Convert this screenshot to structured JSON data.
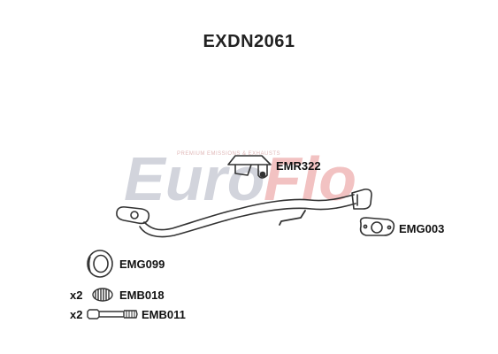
{
  "title": "EXDN2061",
  "watermark": {
    "brand_main": "Euro",
    "brand_accent": "Flo",
    "tagline": "PREMIUM EMISSIONS & EXHAUSTS",
    "color_gray": "#d2d4dc",
    "color_accent": "#f2c2c2"
  },
  "parts": [
    {
      "code": "EMR322",
      "qty": "",
      "icon": "hanger-bracket-icon"
    },
    {
      "code": "EMG003",
      "qty": "",
      "icon": "flange-gasket-icon"
    },
    {
      "code": "EMG099",
      "qty": "",
      "icon": "ring-gasket-icon"
    },
    {
      "code": "EMB018",
      "qty": "x2",
      "icon": "spring-icon"
    },
    {
      "code": "EMB011",
      "qty": "x2",
      "icon": "bolt-icon"
    }
  ],
  "colors": {
    "line": "#333333",
    "text": "#111111"
  }
}
